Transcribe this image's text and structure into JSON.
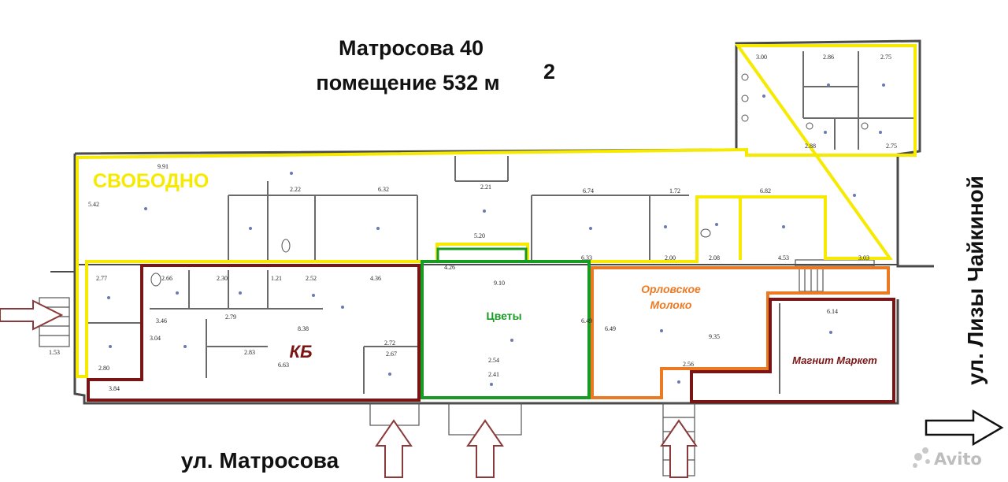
{
  "title": {
    "line1": "Матросова 40",
    "line2": "помещение 532 м",
    "sup": "2"
  },
  "zones": {
    "free": {
      "label": "СВОБОДНО",
      "color": "#f5ea00"
    },
    "kb": {
      "label": "КБ",
      "color": "#7b1515"
    },
    "flowers": {
      "label": "Цветы",
      "color": "#179b23"
    },
    "orlovskoe": {
      "label1": "Орловское",
      "label2": "Молоко",
      "color": "#ec7a22"
    },
    "magnit": {
      "label": "Магнит Маркет",
      "color": "#7b1515"
    }
  },
  "streets": {
    "bottom": "ул. Матросова",
    "right": "ул. Лизы Чайкиной"
  },
  "watermark": "Avito",
  "dims": {
    "d1": "3.00",
    "d2": "2.86",
    "d3": "2.75",
    "d4": "2.88",
    "d5": "2.75",
    "d6": "9.91",
    "d7": "2.22",
    "d8": "6.32",
    "d9": "2.21",
    "d10": "6.74",
    "d11": "1.72",
    "d12": "6.82",
    "d13": "5.42",
    "d14": "5.20",
    "d15": "2.00",
    "d16": "2.08",
    "d17": "4.53",
    "d18": "3.03",
    "d19": "6.33",
    "d20": "9.10",
    "d21": "2.77",
    "d22": "2.66",
    "d23": "2.30",
    "d24": "1.21",
    "d25": "2.52",
    "d26": "4.36",
    "d27": "3.46",
    "d28": "2.79",
    "d29": "8.38",
    "d30": "2.72",
    "d31": "2.67",
    "d32": "2.80",
    "d33": "2.83",
    "d34": "3.84",
    "d35": "1.53",
    "d36": "6.49",
    "d37": "9.35",
    "d38": "6.14",
    "d39": "2.54",
    "d40": "2.41",
    "d41": "2.56",
    "d42": "6.63",
    "d43": "4.26",
    "d44": "3.04",
    "d45": "6.49"
  }
}
